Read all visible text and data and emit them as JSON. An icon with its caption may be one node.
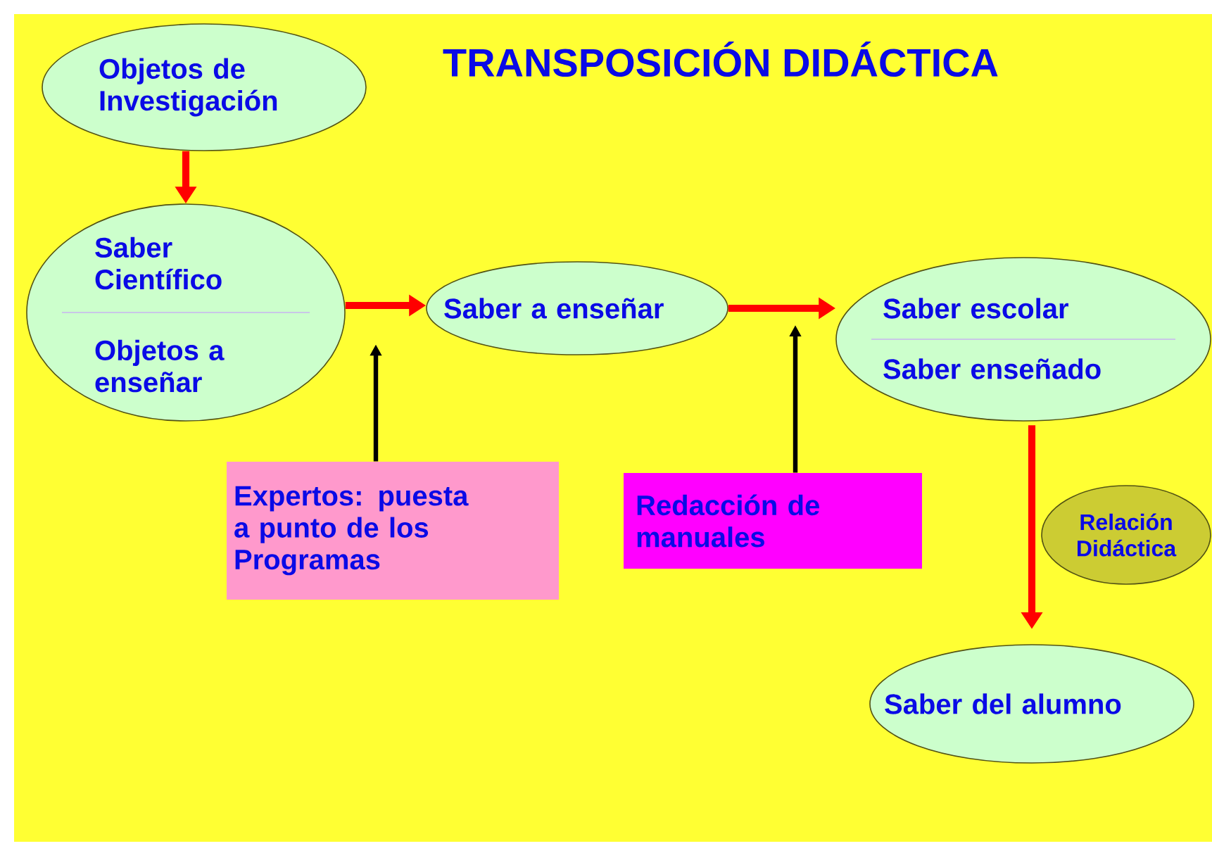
{
  "diagram": {
    "title": "TRANSPOSICIÓN DIDÁCTICA",
    "nodes": [
      {
        "text": [
          "Objetos de Investigación"
        ]
      },
      {
        "text": [
          "Saber Científico",
          "Objetos a enseñar"
        ]
      },
      {
        "text": [
          "Saber a enseñar"
        ]
      },
      {
        "text": [
          "Saber escolar",
          "Saber enseñado"
        ]
      },
      {
        "text": [
          "Expertos: puesta a punto de los Programas"
        ]
      },
      {
        "text": [
          "Redacción de manuales"
        ]
      },
      {
        "text": [
          "Relación Didáctica"
        ]
      },
      {
        "text": [
          "Saber del alumno"
        ]
      }
    ],
    "edges": [
      {
        "from": 0,
        "to": 1,
        "arrow": "to"
      },
      {
        "from": 1,
        "to": 2,
        "arrow": "to"
      },
      {
        "from": 2,
        "to": 3,
        "arrow": "to"
      },
      {
        "from": 4,
        "to": null,
        "arrow": "to",
        "color": "#000000"
      },
      {
        "from": 5,
        "to": null,
        "arrow": "to",
        "color": "#000000"
      },
      {
        "from": 3,
        "to": 7,
        "arrow": "to"
      }
    ]
  }
}
